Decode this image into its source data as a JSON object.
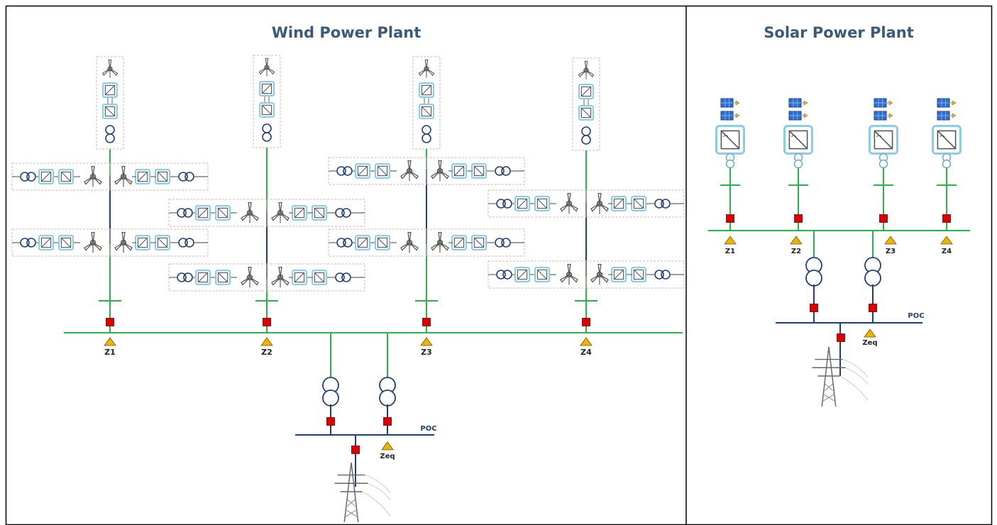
{
  "panels": {
    "wind": {
      "title": "Wind Power Plant"
    },
    "solar": {
      "title": "Solar Power Plant"
    }
  },
  "wind": {
    "feeders": [
      {
        "zone_label": "Z1"
      },
      {
        "zone_label": "Z2"
      },
      {
        "zone_label": "Z3"
      },
      {
        "zone_label": "Z4"
      }
    ],
    "poc_label": "POC",
    "zeq_label": "Zeq"
  },
  "solar": {
    "feeders": [
      {
        "zone_label": "Z1"
      },
      {
        "zone_label": "Z2"
      },
      {
        "zone_label": "Z3"
      },
      {
        "zone_label": "Z4"
      }
    ],
    "poc_label": "POC",
    "zeq_label": "Zeq"
  },
  "colors": {
    "bus_green": "#27b44a",
    "bus_navy": "#1f3f7a",
    "breaker_red": "#e00000",
    "zone_marker_orange": "#f0b400",
    "converter_blue": "#8ecde6",
    "title_blue": "#3b5a7a",
    "border": "#000000"
  }
}
